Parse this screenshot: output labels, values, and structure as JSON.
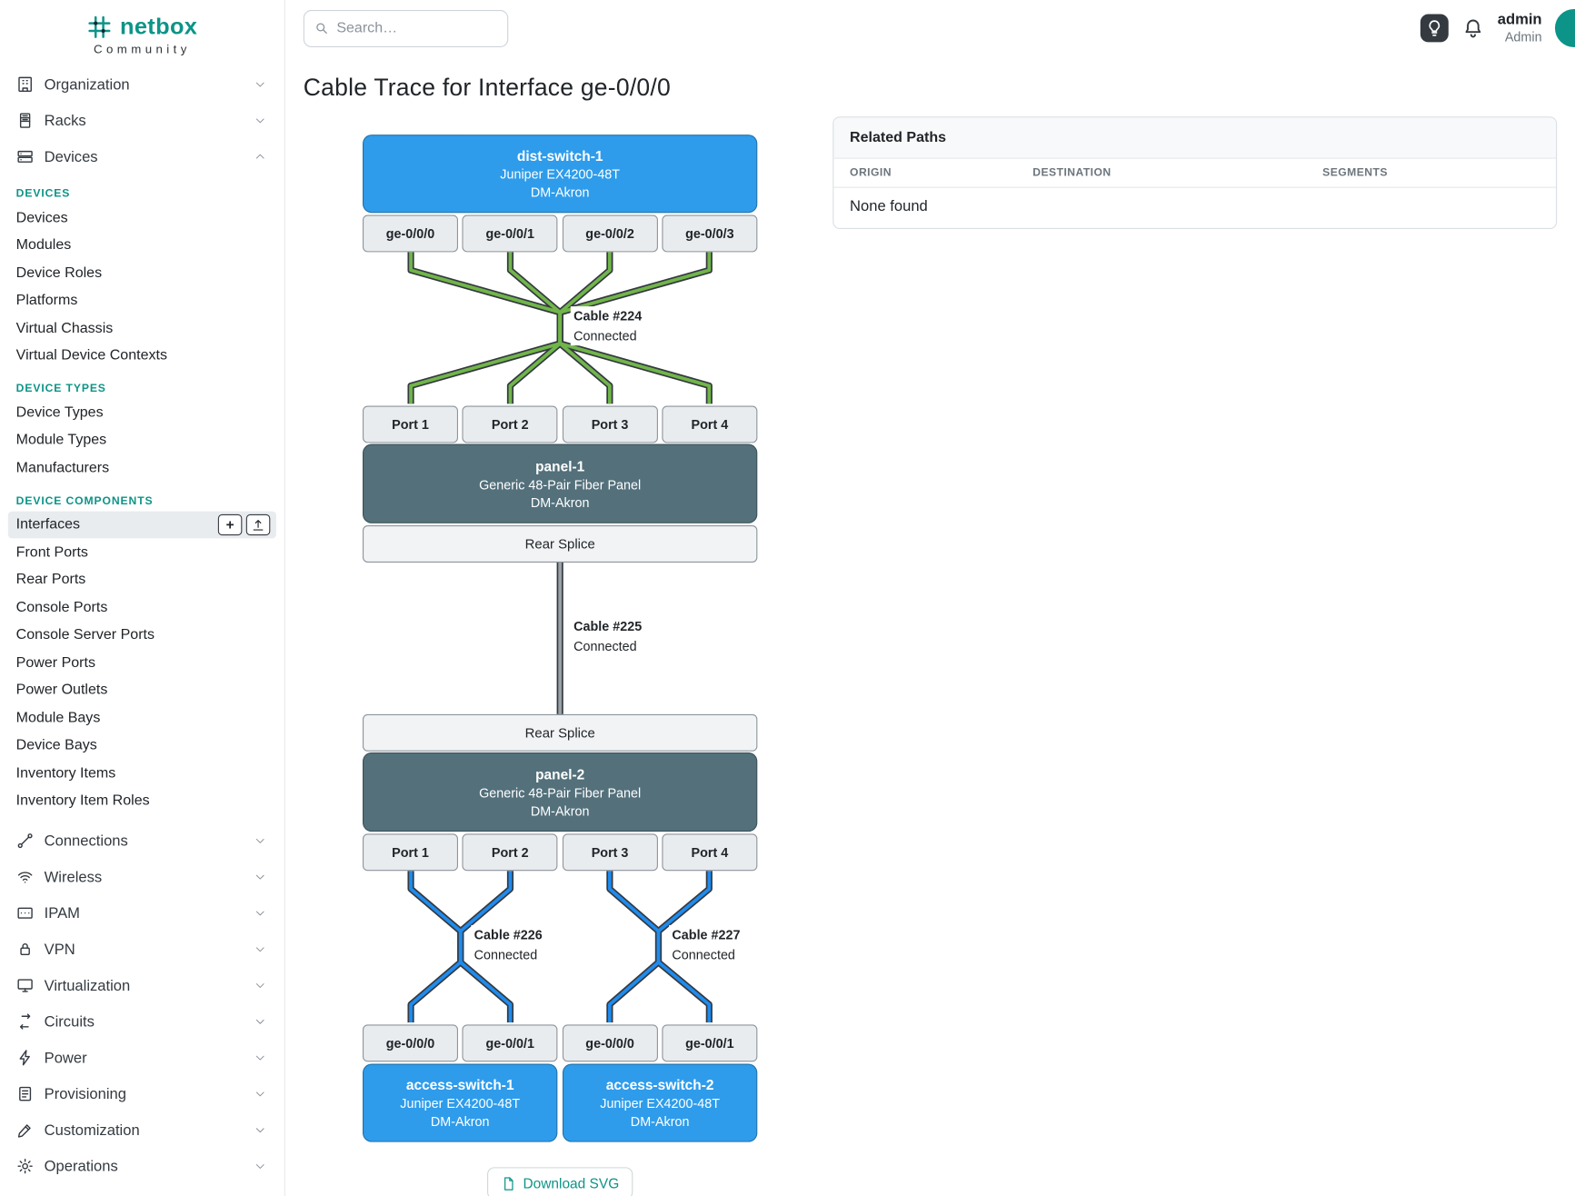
{
  "sidebar": {
    "brand": {
      "name": "netbox",
      "tagline": "Community"
    },
    "top_groups": [
      {
        "label": "Organization",
        "icon": "building-icon"
      },
      {
        "label": "Racks",
        "icon": "rack-icon"
      },
      {
        "label": "Devices",
        "icon": "devices-icon"
      }
    ],
    "sections": [
      {
        "title": "DEVICES",
        "items": [
          "Devices",
          "Modules",
          "Device Roles",
          "Platforms",
          "Virtual Chassis",
          "Virtual Device Contexts"
        ]
      },
      {
        "title": "DEVICE TYPES",
        "items": [
          "Device Types",
          "Module Types",
          "Manufacturers"
        ]
      },
      {
        "title": "DEVICE COMPONENTS",
        "items": [
          "Interfaces",
          "Front Ports",
          "Rear Ports",
          "Console Ports",
          "Console Server Ports",
          "Power Ports",
          "Power Outlets",
          "Module Bays",
          "Device Bays",
          "Inventory Items",
          "Inventory Item Roles"
        ],
        "active_item": "Interfaces"
      }
    ],
    "bottom_groups": [
      {
        "label": "Connections",
        "icon": "plug-icon"
      },
      {
        "label": "Wireless",
        "icon": "wifi-icon"
      },
      {
        "label": "IPAM",
        "icon": "ipam-icon"
      },
      {
        "label": "VPN",
        "icon": "lock-icon"
      },
      {
        "label": "Virtualization",
        "icon": "monitor-icon"
      },
      {
        "label": "Circuits",
        "icon": "transit-icon"
      },
      {
        "label": "Power",
        "icon": "lightning-icon"
      },
      {
        "label": "Provisioning",
        "icon": "clipboard-icon"
      },
      {
        "label": "Customization",
        "icon": "pencil-icon"
      },
      {
        "label": "Operations",
        "icon": "gear-icon"
      }
    ]
  },
  "topbar": {
    "search_placeholder": "Search…",
    "theme_icon": "lightbulb-icon",
    "notifications_icon": "bell-icon",
    "user_name": "admin",
    "user_role": "Admin"
  },
  "page": {
    "title": "Cable Trace for Interface ge-0/0/0"
  },
  "trace": {
    "top_device": {
      "name": "dist-switch-1",
      "model": "Juniper EX4200-48T",
      "site": "DM-Akron",
      "ports": [
        "ge-0/0/0",
        "ge-0/0/1",
        "ge-0/0/2",
        "ge-0/0/3"
      ]
    },
    "panel_ports": [
      "Port 1",
      "Port 2",
      "Port 3",
      "Port 4"
    ],
    "panels": [
      {
        "name": "panel-1",
        "model": "Generic 48-Pair Fiber Panel",
        "site": "DM-Akron"
      },
      {
        "name": "panel-2",
        "model": "Generic 48-Pair Fiber Panel",
        "site": "DM-Akron"
      }
    ],
    "rear_splice": "Rear Splice",
    "cables": {
      "c224": {
        "name": "Cable #224",
        "status": "Connected"
      },
      "c225": {
        "name": "Cable #225",
        "status": "Connected"
      },
      "c226": {
        "name": "Cable #226",
        "status": "Connected"
      },
      "c227": {
        "name": "Cable #227",
        "status": "Connected"
      }
    },
    "bottom_ports": [
      "ge-0/0/0",
      "ge-0/0/1",
      "ge-0/0/0",
      "ge-0/0/1"
    ],
    "access_switches": [
      {
        "name": "access-switch-1",
        "model": "Juniper EX4200-48T",
        "site": "DM-Akron"
      },
      {
        "name": "access-switch-2",
        "model": "Juniper EX4200-48T",
        "site": "DM-Akron"
      }
    ],
    "download_label": "Download SVG"
  },
  "related_paths": {
    "title": "Related Paths",
    "columns": [
      "ORIGIN",
      "DESTINATION",
      "SEGMENTS"
    ],
    "empty": "None found"
  },
  "colors": {
    "brand_teal": "#0d9488",
    "device_blue": "#2e9ceb",
    "panel_slate": "#53707b",
    "cable_green": "#71b54a",
    "cable_gray": "#9aa1a7",
    "cable_blue": "#1f8bee",
    "port_bg": "#e9ecef",
    "active_nav_bg": "#e9ecef"
  }
}
